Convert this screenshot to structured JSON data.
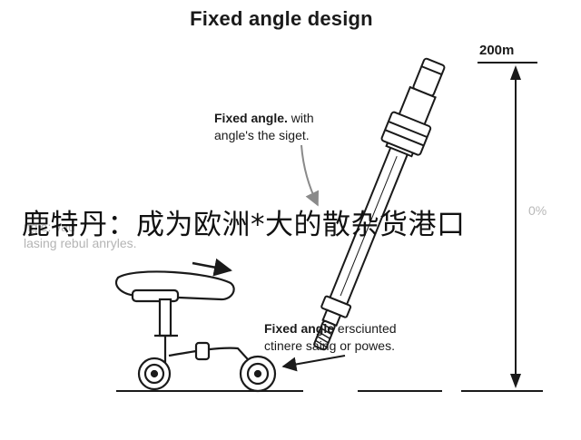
{
  "title": "Fixed angle design",
  "dimension": {
    "label": "200m"
  },
  "callout_top": {
    "line1_bold": "Fixed angle.",
    "line1_rest": " with",
    "line2": "angle's the siget."
  },
  "callout_bottom": {
    "line1_bold": "Fixed angle",
    "line1_rest": " ersciunted",
    "line2": "ctinere saing or powes."
  },
  "faded_text": {
    "line1": "ngle: vau",
    "line2": "lasing rebul anryles.",
    "edge": "0%"
  },
  "watermark": "鹿特丹：成为欧洲*大的散杂货港口",
  "colors": {
    "ink": "#1a1a1a",
    "background": "#ffffff",
    "faded_text": "#b4b4b4"
  }
}
